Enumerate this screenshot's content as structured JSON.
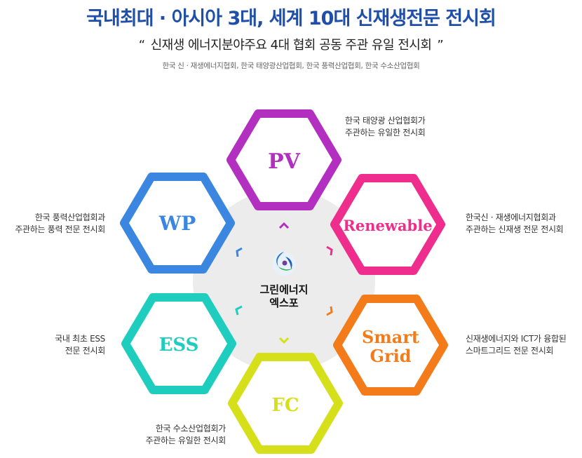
{
  "header": {
    "title": "국내최대 · 아시아 3대, 세계 10대 신재생전문 전시회",
    "subtitle_open_quote": "“",
    "subtitle": "신재생 에너지분야주요 4대 협회 공동 주관 유일 전시회",
    "subtitle_close_quote": "”",
    "organizations": "한국 신 · 재생에너지협회, 한국 태양광산업협회, 한국 풍력산업협회, 한국 수소산업협회"
  },
  "center": {
    "line1": "그린에너지",
    "line2": "엑스포",
    "logo_icon": "green-energy-logo-icon"
  },
  "hexagons": [
    {
      "id": "pv",
      "label": "PV",
      "color": "#b22fc0",
      "desc_line1": "한국 태양광 산업협회가",
      "desc_line2": "주관하는 유일한 전시회"
    },
    {
      "id": "renewable",
      "label": "Renewable",
      "color": "#ee2d8c",
      "desc_line1": "한국신 · 재생에너지협회과",
      "desc_line2": "주관하는 신재생 전문 전시회"
    },
    {
      "id": "smartgrid",
      "label_line1": "Smart",
      "label_line2": "Grid",
      "color": "#f47b1a",
      "desc_line1": "신재생에너지와 ICT가 융합된",
      "desc_line2": "스마트그리드 전문 전시회"
    },
    {
      "id": "fc",
      "label": "FC",
      "color": "#d6e01a",
      "desc_line1": "한국 수소산업협회가",
      "desc_line2": "주관하는 유일한 전시회"
    },
    {
      "id": "ess",
      "label": "ESS",
      "color": "#1fcdbf",
      "desc_line1": "국내 최초 ESS",
      "desc_line2": "전문 전시회"
    },
    {
      "id": "wp",
      "label": "WP",
      "color": "#3a86e0",
      "desc_line1": "한국 풍력산업협회과",
      "desc_line2": "주관하는 풍력 전문 전시회"
    }
  ]
}
